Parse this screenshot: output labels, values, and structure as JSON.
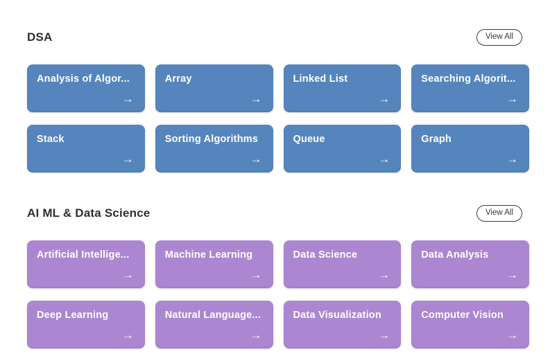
{
  "ui": {
    "arrow_icon": "→"
  },
  "colors": {
    "dsa_card_bg": "#5585bc",
    "ai_card_bg": "#ac86d0",
    "card_text": "#ffffff",
    "heading_text": "#2f2f2f"
  },
  "sections": [
    {
      "title": "DSA",
      "view_all_label": "View All",
      "cards": [
        {
          "label": "Analysis of Algor..."
        },
        {
          "label": "Array"
        },
        {
          "label": "Linked List"
        },
        {
          "label": "Searching Algorit..."
        },
        {
          "label": "Stack"
        },
        {
          "label": "Sorting Algorithms"
        },
        {
          "label": "Queue"
        },
        {
          "label": "Graph"
        }
      ]
    },
    {
      "title": "AI ML & Data Science",
      "view_all_label": "View All",
      "cards": [
        {
          "label": "Artificial Intellige..."
        },
        {
          "label": "Machine Learning"
        },
        {
          "label": "Data Science"
        },
        {
          "label": "Data Analysis"
        },
        {
          "label": "Deep Learning"
        },
        {
          "label": "Natural Language..."
        },
        {
          "label": "Data Visualization"
        },
        {
          "label": "Computer Vision"
        }
      ]
    }
  ]
}
